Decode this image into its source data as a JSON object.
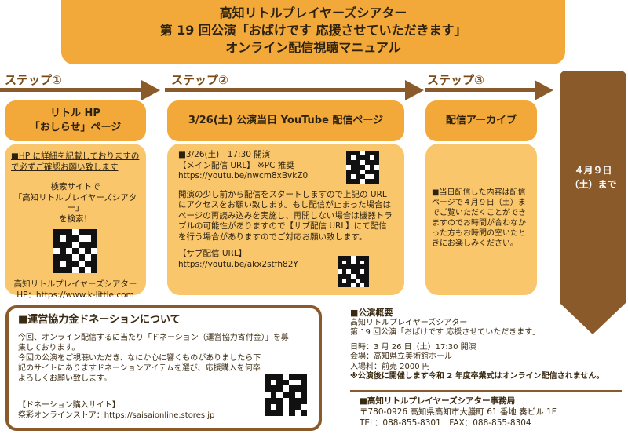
{
  "title": {
    "line1": "高知リトルプレイヤーズシアター",
    "line2": "第 19 回公演「おばけです 応援させていただきます」",
    "line3": "オンライン配信視聴マニュアル"
  },
  "steps": {
    "step1": "ステップ①",
    "step2": "ステップ②",
    "step3": "ステップ③"
  },
  "col1": {
    "header_line1": "リトル HP",
    "header_line2": "「おしらせ」ページ",
    "intro": "■HP に詳細を記載しておりますので必ずご確認お願い致します",
    "search_line1": "検索サイトで",
    "search_line2": "「高知リトルプレイヤーズシアター」",
    "search_line3": "を検索！",
    "org": "高知リトルプレイヤーズシアター",
    "hp": "HP：https://www.k-little.com"
  },
  "col2": {
    "header": "3/26(土) 公演当日 YouTube 配信ページ",
    "date": "■3/26(土)　17:30 開演",
    "main_label": "【メイン配信 URL】 ※PC 推奨",
    "main_url": "https://youtu.be/nwcm8xBvkZ0",
    "body": "開演の少し前から配信をスタートしますので上記の URL にアクセスをお願い致します。もし配信が止まった場合はページの再読み込みを実施し、再開しない場合は機器トラブルの可能性がありますので【サブ配信 URL】にて配信を行う場合がありますのでご対応お願い致します。",
    "sub_label": "【サブ配信 URL】",
    "sub_url": "https://youtu.be/akx2stfh82Y"
  },
  "col3": {
    "header": "配信アーカイブ",
    "body": "■当日配信した内容は配信ページで４月９日（土）までご覧いただくことができますのでお時間が合わなかった方もお時間の空いたときにお楽しみください。"
  },
  "col4": {
    "line1": "４月９日",
    "line2": "（土）まで"
  },
  "donation": {
    "title": "■運営協力金ドネーションについて",
    "body1": "今回、オンライン配信するに当たり「ドネーション（運営協力寄付金）」を募集しております。",
    "body2": "今回の公演をご視聴いただき、なにか心に響くものがありましたら下記のサイトにありますドネーションアイテムを選び、応援購入を何卒よろしくお願い致します。",
    "site_label": "【ドネーション購入サイト】",
    "site": "祭彩オンラインストア：https://saisaionline.stores.jp"
  },
  "overview": {
    "title": "■公演概要",
    "org": "高知リトルプレイヤーズシアター",
    "show": "第 19 回公演「おばけです 応援させていただきます」",
    "datetime": "日時：3 月 26 日（土）17:30 開演",
    "venue": "会場：高知県立美術館ホール",
    "fee": "入場料：前売 2000 円",
    "note": "※公演後に開催します令和 2 年度卒業式はオンライン配信されません。"
  },
  "office": {
    "title": "■高知リトルプレイヤーズシアター事務局",
    "address": "〒780-0926 高知県高知市大膳町 61 番地 奏ビル 1F",
    "tel": "TEL：088-855-8301　FAX：088-855-8304"
  },
  "colors": {
    "orange": "#f2a93a",
    "light_orange": "#f9c66b",
    "brown": "#8a5a2a"
  }
}
